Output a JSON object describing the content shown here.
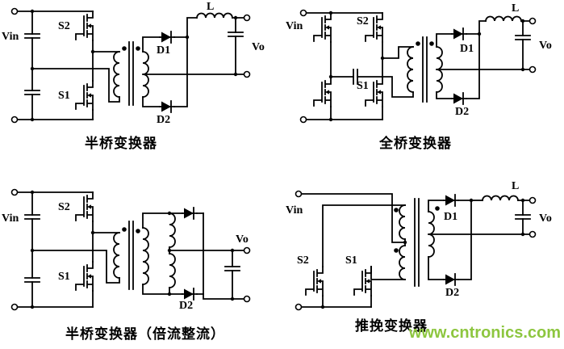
{
  "figure": {
    "background": "#ffffff",
    "line_color": "#000000"
  },
  "watermark": {
    "text": "www.cntronics.com",
    "color": "#8dc63f"
  },
  "circuits": {
    "half_bridge": {
      "caption": "半桥变换器",
      "labels": {
        "vin": "Vin",
        "s2": "S2",
        "s1": "S1",
        "d1": "D1",
        "d2": "D2",
        "l": "L",
        "vo": "Vo"
      }
    },
    "full_bridge": {
      "caption": "全桥变换器",
      "labels": {
        "vin": "Vin",
        "s2": "S2",
        "s1": "S1",
        "d1": "D1",
        "d2": "D2",
        "l": "L",
        "vo": "Vo"
      }
    },
    "half_bridge_current_doubler": {
      "caption": "半桥变换器（倍流整流）",
      "labels": {
        "vin": "Vin",
        "s2": "S2",
        "s1": "S1",
        "d2": "D2",
        "vo": "Vo"
      }
    },
    "push_pull": {
      "caption": "推挽变换器",
      "labels": {
        "vin": "Vin",
        "s2": "S2",
        "s1": "S1",
        "d1": "D1",
        "d2": "D2",
        "l": "L",
        "vo": "Vo"
      }
    }
  }
}
